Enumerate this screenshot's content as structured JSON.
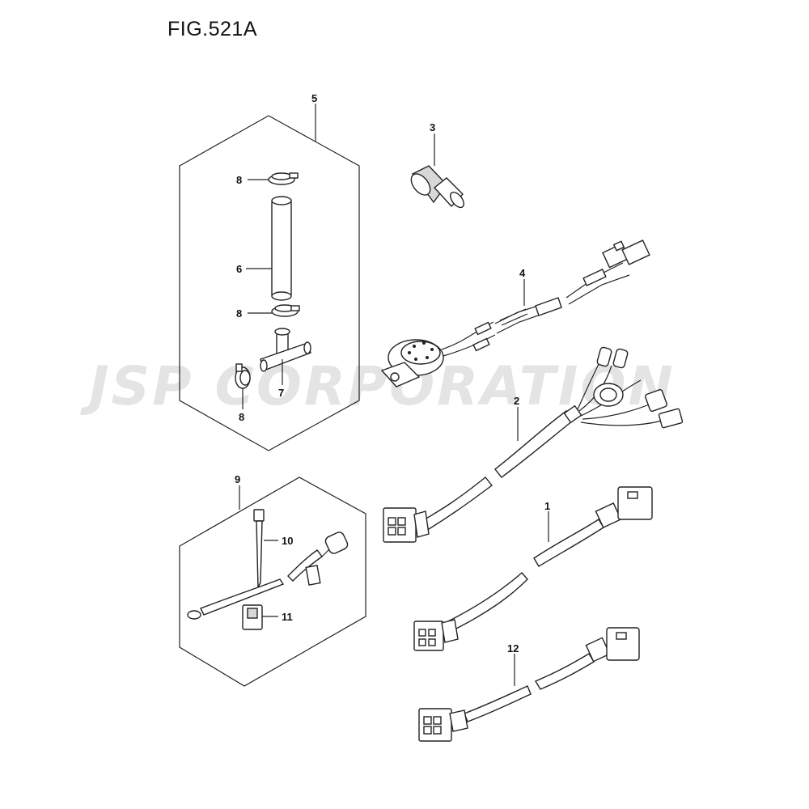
{
  "figure": {
    "title": "FIG.521A"
  },
  "watermark": {
    "text": "JSP CORPORATION"
  },
  "callouts": [
    {
      "id": "5",
      "label": "5"
    },
    {
      "id": "3",
      "label": "3"
    },
    {
      "id": "8a",
      "label": "8"
    },
    {
      "id": "6",
      "label": "6"
    },
    {
      "id": "8b",
      "label": "8"
    },
    {
      "id": "4",
      "label": "4"
    },
    {
      "id": "7",
      "label": "7"
    },
    {
      "id": "8c",
      "label": "8"
    },
    {
      "id": "2",
      "label": "2"
    },
    {
      "id": "9",
      "label": "9"
    },
    {
      "id": "10",
      "label": "10"
    },
    {
      "id": "1",
      "label": "1"
    },
    {
      "id": "11",
      "label": "11"
    },
    {
      "id": "12",
      "label": "12"
    }
  ],
  "colors": {
    "line": "#222222",
    "watermark": "#e4e4e4",
    "background": "#ffffff"
  }
}
